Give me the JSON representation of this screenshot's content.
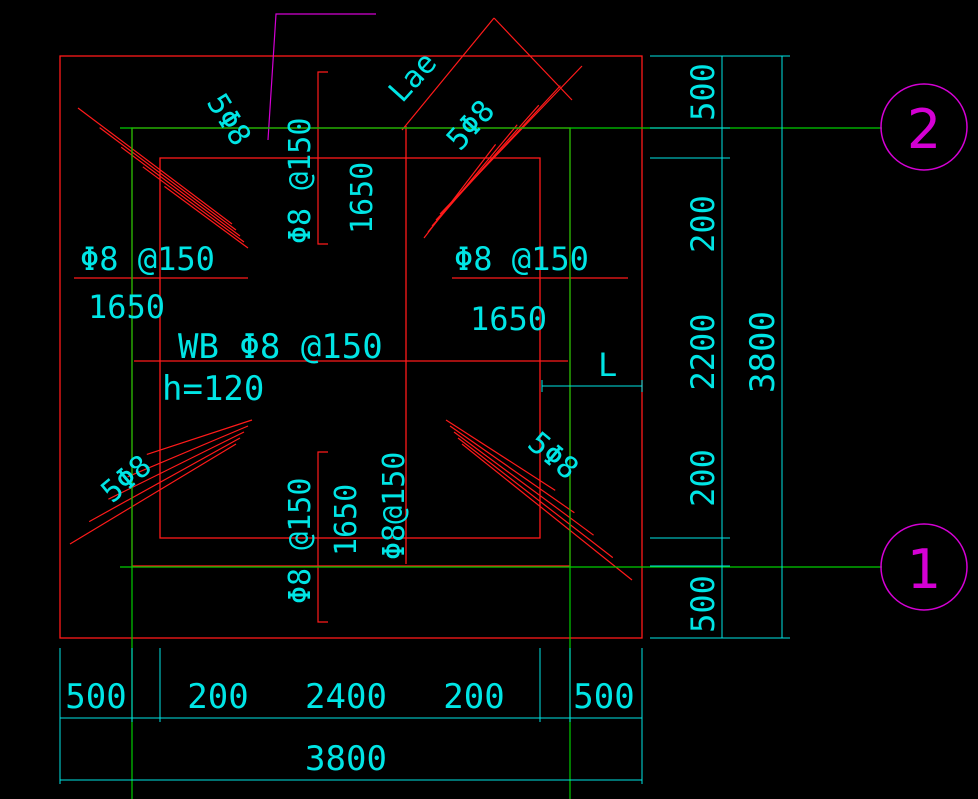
{
  "colors": {
    "background": "#000000",
    "slab": "#ff1a1a",
    "text": "#00e5e5",
    "dimension": "#00e5e5",
    "axis": "#00cc00",
    "grid_bubble": "#d400d4"
  },
  "labels": {
    "bar_5phi8": "5Φ8",
    "lae_anchor": "Lae",
    "bar_spacing": "Φ8 @150",
    "bar_spacing_compact": "Φ8@150",
    "length_1650": "1650",
    "slab_mark": "WB Φ8 @150",
    "thickness": "h=120",
    "anchor_len": "L"
  },
  "grid": {
    "axis_top": "2",
    "axis_bottom": "1"
  },
  "dims": {
    "bottom": [
      "500",
      "200",
      "2400",
      "200",
      "500"
    ],
    "bottom_total": "3800",
    "right": [
      "500",
      "200",
      "2200",
      "200",
      "500"
    ],
    "right_total": "3800"
  }
}
